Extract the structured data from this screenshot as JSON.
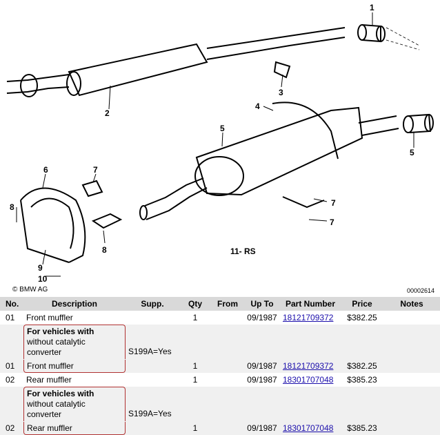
{
  "diagram": {
    "callouts": [
      "1",
      "2",
      "3",
      "4",
      "5",
      "5",
      "6",
      "7",
      "7",
      "7",
      "8",
      "8",
      "9",
      "10"
    ],
    "copyright": "© BMW AG",
    "image_code": "00002614",
    "model_label": "11- RS"
  },
  "table": {
    "headers": [
      "No.",
      "Description",
      "Supp.",
      "Qty",
      "From",
      "Up To",
      "Part Number",
      "Price",
      "Notes"
    ],
    "rows": [
      {
        "no": "01",
        "desc": "Front muffler",
        "supp": "",
        "qty": "1",
        "from": "",
        "upto": "09/1987",
        "part": "18121709372",
        "price": "$382.25",
        "notes": ""
      },
      {
        "note_header": "For vehicles with",
        "note_text": "without catalytic converter",
        "supp": "S199A=Yes"
      },
      {
        "no": "01",
        "desc": "Front muffler",
        "supp": "",
        "qty": "1",
        "from": "",
        "upto": "09/1987",
        "part": "18121709372",
        "price": "$382.25",
        "notes": ""
      },
      {
        "no": "02",
        "desc": "Rear muffler",
        "supp": "",
        "qty": "1",
        "from": "",
        "upto": "09/1987",
        "part": "18301707048",
        "price": "$385.23",
        "notes": ""
      },
      {
        "note_header": "For vehicles with",
        "note_text": "without catalytic converter",
        "supp": "S199A=Yes"
      },
      {
        "no": "02",
        "desc": "Rear muffler",
        "supp": "",
        "qty": "1",
        "from": "",
        "upto": "09/1987",
        "part": "18301707048",
        "price": "$385.23",
        "notes": ""
      }
    ]
  }
}
